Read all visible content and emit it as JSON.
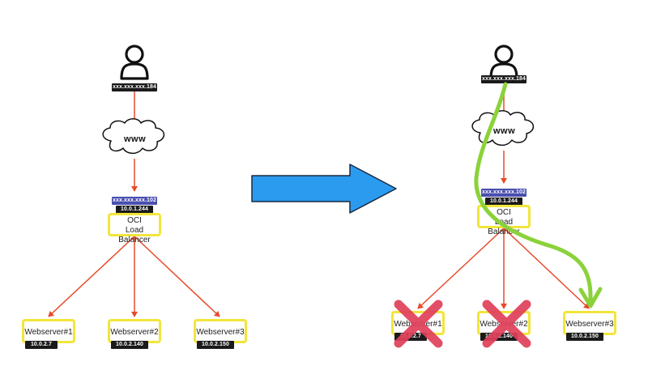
{
  "left": {
    "user_ip": "xxx.xxx.xxx.184",
    "internet_label": "www",
    "lb_public_ip": "xxx.xxx.xxx.102",
    "lb_private_ip": "10.0.1.244",
    "lb_label_line1": "OCI",
    "lb_label_line2": "Load Balancer",
    "servers": [
      {
        "label": "Webserver#1",
        "ip": "10.0.2.7"
      },
      {
        "label": "Webserver#2",
        "ip": "10.0.2.140"
      },
      {
        "label": "Webserver#3",
        "ip": "10.0.2.150"
      }
    ]
  },
  "right": {
    "user_ip": "xxx.xxx.xxx.184",
    "internet_label": "www",
    "lb_public_ip": "xxx.xxx.xxx.102",
    "lb_private_ip": "10.0.1.244",
    "lb_label_line1": "OCI",
    "lb_label_line2": "Load Balancer",
    "servers": [
      {
        "label": "Webserver#1",
        "ip": "10.0.2.7",
        "status": "down"
      },
      {
        "label": "Webserver#2",
        "ip": "10.0.2.140",
        "status": "down"
      },
      {
        "label": "Webserver#3",
        "ip": "10.0.2.150",
        "status": "up"
      }
    ]
  },
  "colors": {
    "connector": "#e84a2a",
    "server_border": "#f2e53a",
    "ip_tag": "#1a1a1a",
    "public_ip_tag": "#4a4fb0",
    "failover_path": "#8bd23a",
    "transition_arrow": "#2b9bf0",
    "failed_mark": "#e0405a"
  },
  "icons": [
    "user-icon",
    "cloud-icon",
    "transition-arrow-icon",
    "failure-x-icon"
  ]
}
